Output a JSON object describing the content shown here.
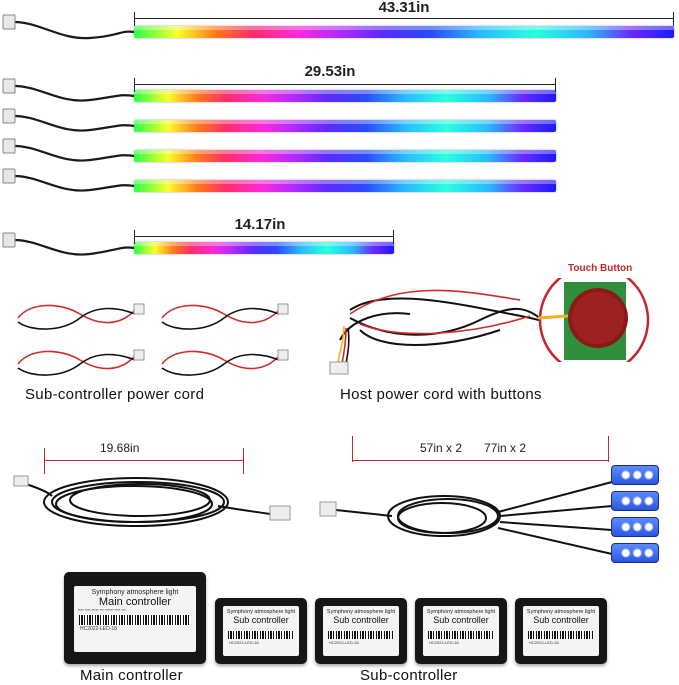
{
  "strips": {
    "long_label": "43.31in",
    "medium_label": "29.53in",
    "short_label": "14.17in"
  },
  "cords": {
    "sub_power_caption": "Sub-controller power cord",
    "host_power_caption": "Host power cord with buttons",
    "touch_button_label": "Touch Button"
  },
  "extension": {
    "length_label": "19.68in",
    "sub_lengths_label_a": "57in x 2",
    "sub_lengths_label_b": "77in x 2"
  },
  "controllers": {
    "main": {
      "title": "Symphony atmosphere light",
      "name": "Main controller",
      "model": "HC2022-LED-18",
      "caption": "Main controller"
    },
    "sub": {
      "title": "Symphony atmosphere light",
      "name": "Sub controller",
      "model": "HC2022-LED-18",
      "caption": "Sub-controller"
    }
  },
  "colors": {
    "dimension_red": "#c0282b",
    "touch_button_red": "#c0282b",
    "blue_light": "#2a56e0"
  }
}
